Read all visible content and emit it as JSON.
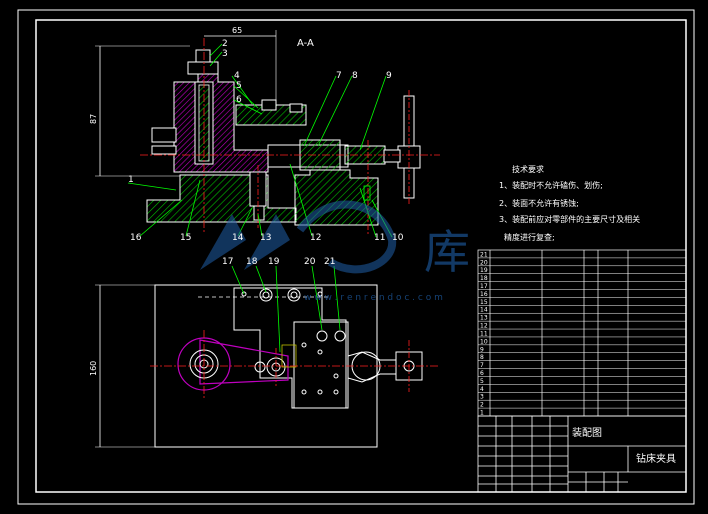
{
  "drawing": {
    "section_label": "A-A",
    "dim_top": "65",
    "dim_left_upper": "87",
    "dim_left_lower": "160"
  },
  "part_numbers_upper": [
    "1",
    "2",
    "3",
    "4",
    "5",
    "6",
    "7",
    "8",
    "9",
    "10",
    "11",
    "12",
    "13",
    "14",
    "15",
    "16"
  ],
  "part_numbers_lower": [
    "17",
    "18",
    "19",
    "20",
    "21"
  ],
  "tech_req": {
    "heading": "技术要求",
    "lines": [
      "1、装配时不允许磕伤、划伤;",
      "2、装面不允许有锈蚀;",
      "3、装配前应对零部件的主要尺寸及相关",
      "精度进行复查;"
    ]
  },
  "title_block": {
    "drawing_name": "装配图",
    "product_name": "钻床夹具"
  },
  "bom_rows": [
    "21",
    "20",
    "19",
    "18",
    "17",
    "16",
    "15",
    "14",
    "13",
    "12",
    "11",
    "10",
    "9",
    "8",
    "7",
    "6",
    "5",
    "4",
    "3",
    "2",
    "1"
  ],
  "watermark": {
    "brand": "库",
    "url": "w w w . r e n r e n d o c . c o m"
  },
  "colors": {
    "background": "#000000",
    "lines": "#ffffff",
    "hatch": "#00c000",
    "highlight": "#c000c0",
    "center": "#ff2020",
    "leaders": "#00ff00"
  }
}
